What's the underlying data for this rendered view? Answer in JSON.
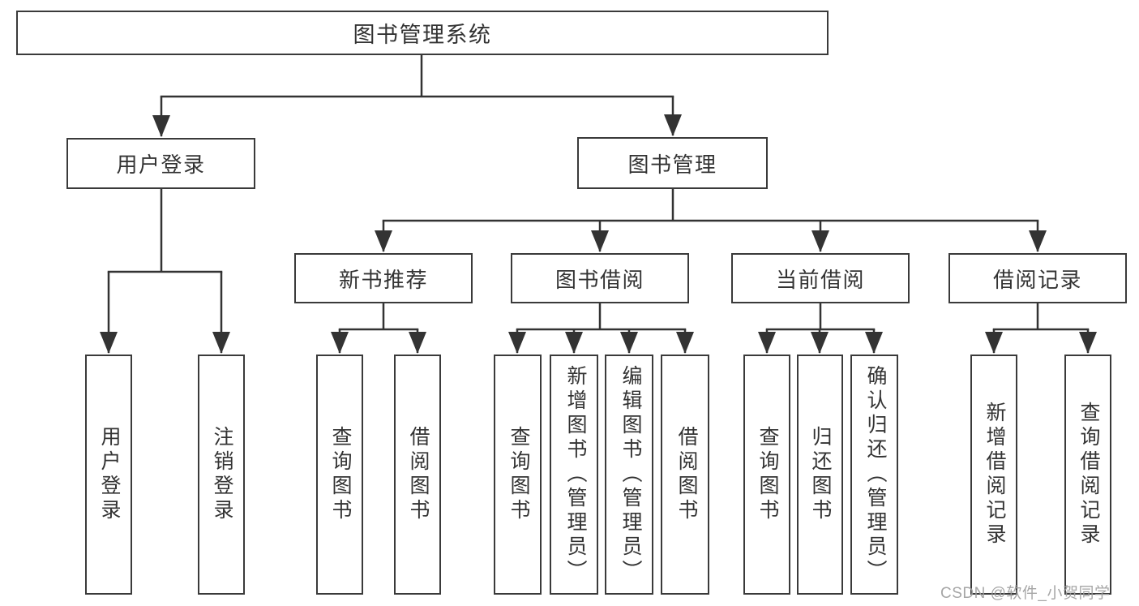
{
  "nodes": {
    "root": "图书管理系统",
    "user_login": "用户登录",
    "book_mgmt": "图书管理",
    "new_book_rec": "新书推荐",
    "book_borrow": "图书借阅",
    "current_borrow": "当前借阅",
    "borrow_records": "借阅记录",
    "leaf_user_login": "用户登录",
    "leaf_logout": "注销登录",
    "rec_query_books": "查询图书",
    "rec_borrow_books": "借阅图书",
    "bb_query_books": "查询图书",
    "bb_add_books_admin": "新增图书（管理员）",
    "bb_edit_books_admin": "编辑图书（管理员）",
    "bb_borrow_books": "借阅图书",
    "cb_query_books": "查询图书",
    "cb_return_books": "归还图书",
    "cb_confirm_return_admin": "确认归还（管理员）",
    "br_add_record": "新增借阅记录",
    "br_query_record": "查询借阅记录"
  },
  "structure": {
    "图书管理系统": {
      "用户登录": [
        "用户登录",
        "注销登录"
      ],
      "图书管理": {
        "新书推荐": [
          "查询图书",
          "借阅图书"
        ],
        "图书借阅": [
          "查询图书",
          "新增图书（管理员）",
          "编辑图书（管理员）",
          "借阅图书"
        ],
        "当前借阅": [
          "查询图书",
          "归还图书",
          "确认归还（管理员）"
        ],
        "借阅记录": [
          "新增借阅记录",
          "查询借阅记录"
        ]
      }
    }
  },
  "watermark": "CSDN @软件_小贺同学",
  "colors": {
    "line": "#333333",
    "box_border": "#3a3a3a",
    "text": "#333333",
    "watermark": "#9e9e9e",
    "background": "#ffffff"
  }
}
